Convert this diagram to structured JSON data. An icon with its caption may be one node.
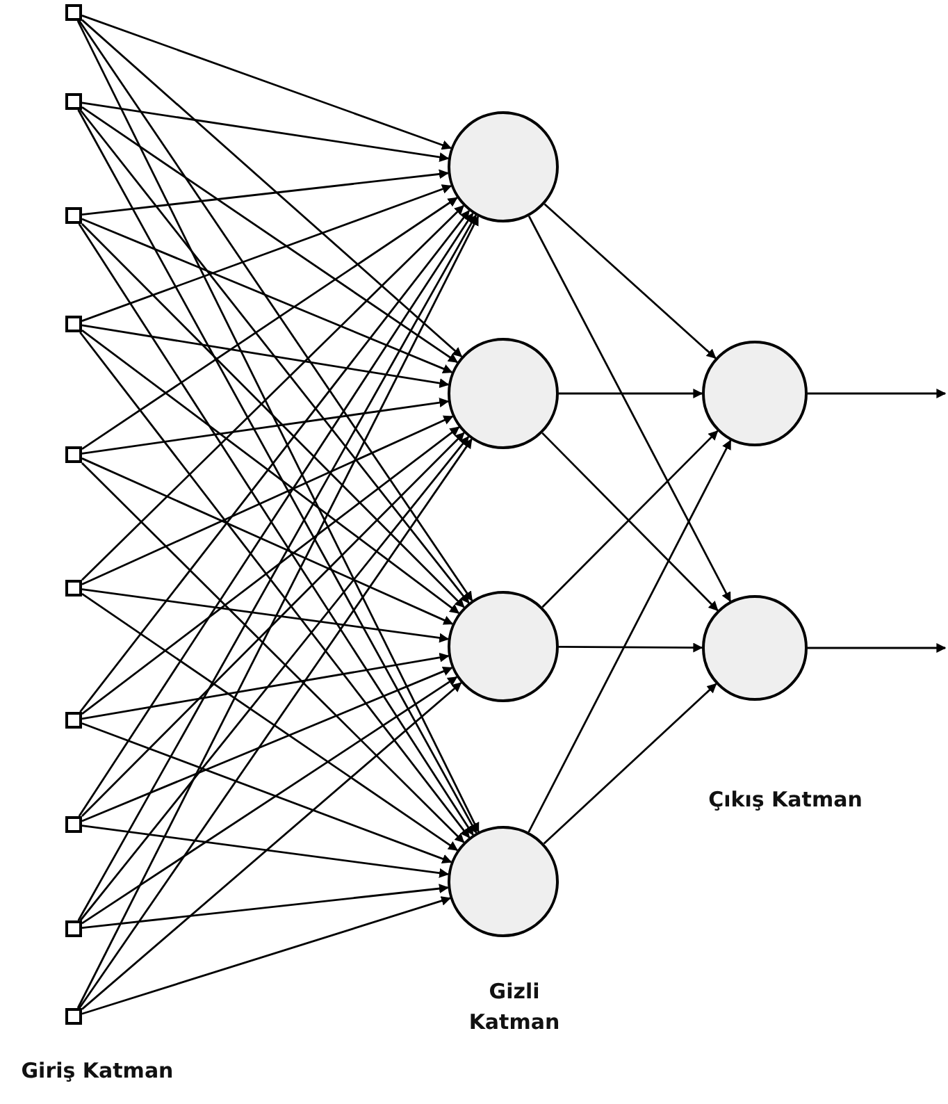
{
  "diagram": {
    "nodes": [
      {
        "text": [],
        "shape": "box"
      },
      {
        "text": [],
        "shape": "box"
      },
      {
        "text": [],
        "shape": "box"
      },
      {
        "text": [],
        "shape": "box"
      },
      {
        "text": [],
        "shape": "box"
      },
      {
        "text": [],
        "shape": "box"
      },
      {
        "text": [],
        "shape": "box"
      },
      {
        "text": [],
        "shape": "box"
      },
      {
        "text": [],
        "shape": "box"
      },
      {
        "text": [],
        "shape": "box"
      },
      {
        "text": [],
        "shape": "circle"
      },
      {
        "text": [],
        "shape": "circle"
      },
      {
        "text": [],
        "shape": "circle"
      },
      {
        "text": [],
        "shape": "circle"
      },
      {
        "text": [],
        "shape": "circle"
      },
      {
        "text": [],
        "shape": "circle"
      }
    ],
    "edges": [
      {
        "from": 0,
        "to": 10,
        "arrow": "to"
      },
      {
        "from": 0,
        "to": 11,
        "arrow": "to"
      },
      {
        "from": 0,
        "to": 12,
        "arrow": "to"
      },
      {
        "from": 0,
        "to": 13,
        "arrow": "to"
      },
      {
        "from": 1,
        "to": 10,
        "arrow": "to"
      },
      {
        "from": 1,
        "to": 11,
        "arrow": "to"
      },
      {
        "from": 1,
        "to": 12,
        "arrow": "to"
      },
      {
        "from": 1,
        "to": 13,
        "arrow": "to"
      },
      {
        "from": 2,
        "to": 10,
        "arrow": "to"
      },
      {
        "from": 2,
        "to": 11,
        "arrow": "to"
      },
      {
        "from": 2,
        "to": 12,
        "arrow": "to"
      },
      {
        "from": 2,
        "to": 13,
        "arrow": "to"
      },
      {
        "from": 3,
        "to": 10,
        "arrow": "to"
      },
      {
        "from": 3,
        "to": 11,
        "arrow": "to"
      },
      {
        "from": 3,
        "to": 12,
        "arrow": "to"
      },
      {
        "from": 3,
        "to": 13,
        "arrow": "to"
      },
      {
        "from": 4,
        "to": 10,
        "arrow": "to"
      },
      {
        "from": 4,
        "to": 11,
        "arrow": "to"
      },
      {
        "from": 4,
        "to": 12,
        "arrow": "to"
      },
      {
        "from": 4,
        "to": 13,
        "arrow": "to"
      },
      {
        "from": 5,
        "to": 10,
        "arrow": "to"
      },
      {
        "from": 5,
        "to": 11,
        "arrow": "to"
      },
      {
        "from": 5,
        "to": 12,
        "arrow": "to"
      },
      {
        "from": 5,
        "to": 13,
        "arrow": "to"
      },
      {
        "from": 6,
        "to": 10,
        "arrow": "to"
      },
      {
        "from": 6,
        "to": 11,
        "arrow": "to"
      },
      {
        "from": 6,
        "to": 12,
        "arrow": "to"
      },
      {
        "from": 6,
        "to": 13,
        "arrow": "to"
      },
      {
        "from": 7,
        "to": 10,
        "arrow": "to"
      },
      {
        "from": 7,
        "to": 11,
        "arrow": "to"
      },
      {
        "from": 7,
        "to": 12,
        "arrow": "to"
      },
      {
        "from": 7,
        "to": 13,
        "arrow": "to"
      },
      {
        "from": 8,
        "to": 10,
        "arrow": "to"
      },
      {
        "from": 8,
        "to": 11,
        "arrow": "to"
      },
      {
        "from": 8,
        "to": 12,
        "arrow": "to"
      },
      {
        "from": 8,
        "to": 13,
        "arrow": "to"
      },
      {
        "from": 9,
        "to": 10,
        "arrow": "to"
      },
      {
        "from": 9,
        "to": 11,
        "arrow": "to"
      },
      {
        "from": 9,
        "to": 12,
        "arrow": "to"
      },
      {
        "from": 9,
        "to": 13,
        "arrow": "to"
      },
      {
        "from": 10,
        "to": 14,
        "arrow": "to"
      },
      {
        "from": 10,
        "to": 15,
        "arrow": "to"
      },
      {
        "from": 11,
        "to": 14,
        "arrow": "to"
      },
      {
        "from": 11,
        "to": 15,
        "arrow": "to"
      },
      {
        "from": 12,
        "to": 14,
        "arrow": "to"
      },
      {
        "from": 12,
        "to": 15,
        "arrow": "to"
      },
      {
        "from": 13,
        "to": 14,
        "arrow": "to"
      },
      {
        "from": 13,
        "to": 15,
        "arrow": "to"
      },
      {
        "from": 14,
        "to": null,
        "arrow": "to"
      },
      {
        "from": 15,
        "to": null,
        "arrow": "to"
      }
    ],
    "labels": [
      "Çıkış Katman",
      "Gizli Katman",
      "Giriş Katman"
    ]
  }
}
